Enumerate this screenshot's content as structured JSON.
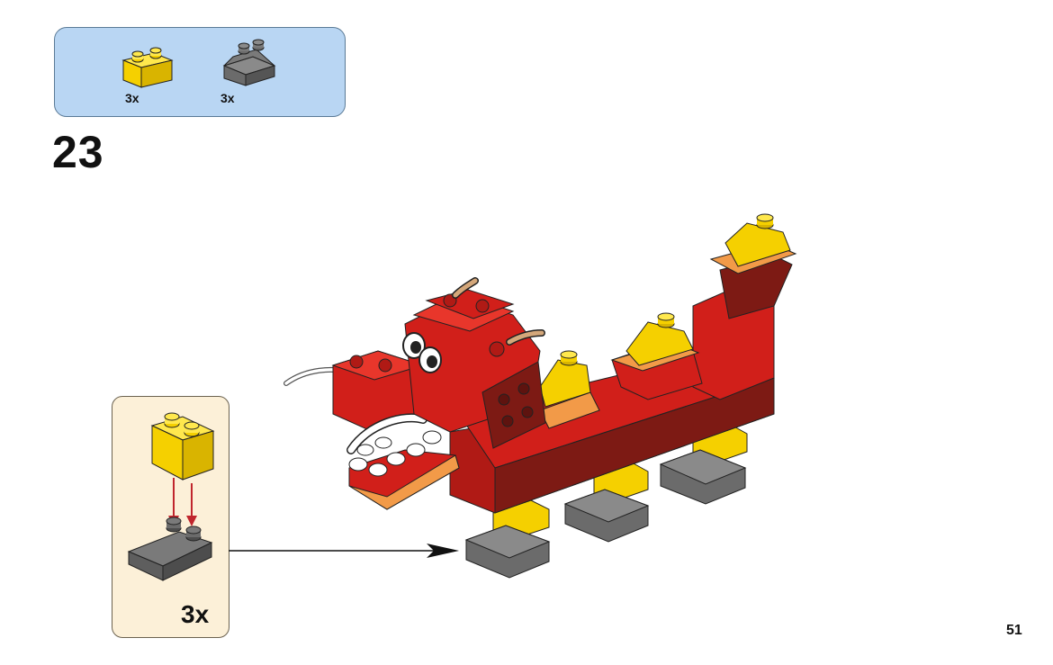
{
  "step": {
    "number": "23"
  },
  "parts_list": [
    {
      "part": "yellow-2x2-brick",
      "quantity": "3x",
      "color": "#f5d000"
    },
    {
      "part": "dark-gray-slope-brick",
      "quantity": "3x",
      "color": "#6b6b6b"
    }
  ],
  "sub_assembly": {
    "quantity": "3x",
    "top_part": "yellow-2x2-brick",
    "bottom_part": "dark-gray-slope-brick",
    "arrow_color": "#c0262d"
  },
  "model": {
    "name": "red-dragon",
    "body_color": "#d11f1a",
    "dark_red": "#7d1a14",
    "accent_yellow": "#f5d000",
    "accent_orange": "#f29a48",
    "leg_gray": "#6b6b6b"
  },
  "page": {
    "number": "51"
  }
}
